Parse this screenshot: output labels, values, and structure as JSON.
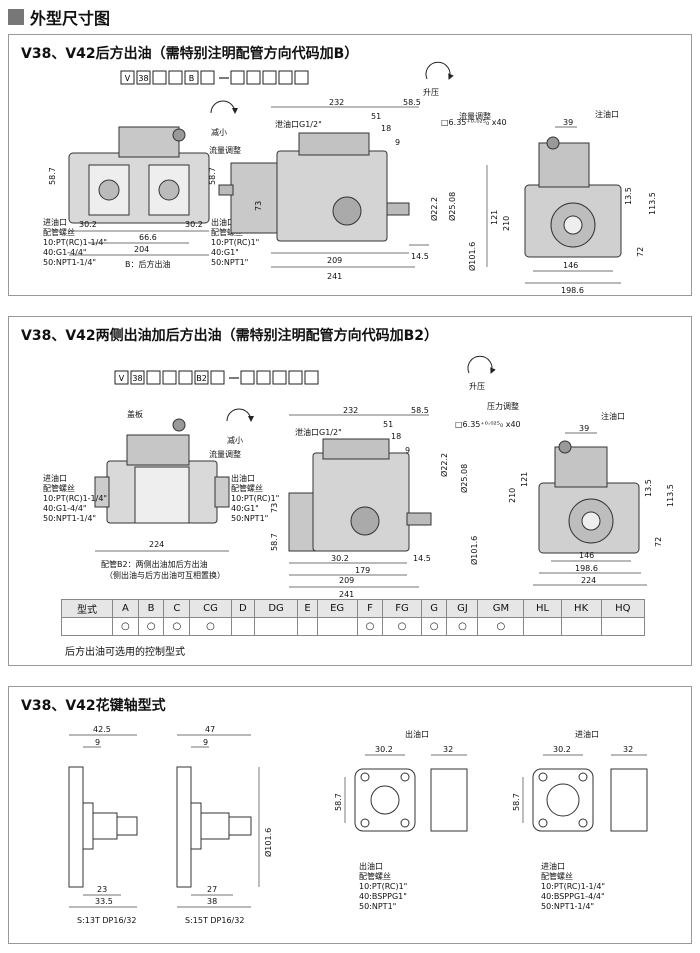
{
  "header": {
    "title": "外型尺寸图"
  },
  "section1": {
    "title": "V38、V42后方出油（需特别注明配管方向代码加B）",
    "code_boxes": [
      "V",
      "38",
      "",
      "",
      "B",
      "",
      "",
      "",
      "",
      "",
      ""
    ],
    "rise_label": "升压",
    "reduce_label": "减小",
    "flow_adjust": "流量调整",
    "flow_adjust2": "流量调整",
    "drain_label": "泄油口G1/2\"",
    "inlet_label": "进油口",
    "inlet_thread": "配管螺丝",
    "inlet_specs": [
      "10:PT(RC)1-1/4\"",
      "40:G1-4/4\"",
      "50:NPT1-1/4\""
    ],
    "rear_outlet": "B：后方出油",
    "outlet_label": "出油口",
    "outlet_thread": "配管螺丝",
    "outlet_specs": [
      "10:PT(RC)1\"",
      "40:G1\"",
      "50:NPT1\""
    ],
    "oil_inlet": "注油口",
    "shaft_spec": "□6.35⁺⁰·⁰²⁵₀ x40",
    "dims": [
      "232",
      "58.5",
      "51",
      "18",
      "9",
      "73",
      "209",
      "14.5",
      "241",
      "58.7",
      "30.2",
      "66.6",
      "204",
      "58.7",
      "30.2",
      "Ø22.2",
      "Ø25.08",
      "Ø101.6",
      "39",
      "121",
      "210",
      "13.5",
      "113.5",
      "72",
      "146",
      "198.6"
    ]
  },
  "section2": {
    "title": "V38、V42两侧出油加后方出油（需特别注明配管方向代码加B2）",
    "code_boxes": [
      "V",
      "38",
      "",
      "",
      "",
      "B2",
      "",
      "",
      "",
      "",
      "",
      ""
    ],
    "rise_label": "升压",
    "reduce_label": "减小",
    "cover_label": "盖板",
    "pressure_adjust": "压力调整",
    "flow_adjust": "流量调整",
    "drain_label": "泄油口G1/2\"",
    "oil_inlet": "注油口",
    "inlet_label": "进油口",
    "inlet_thread": "配管螺丝",
    "inlet_specs": [
      "10:PT(RC)1-1/4\"",
      "40:G1-4/4\"",
      "50:NPT1-1/4\""
    ],
    "outlet_label": "出油口",
    "outlet_thread": "配管螺丝",
    "outlet_specs": [
      "10:PT(RC)1\"",
      "40:G1\"",
      "50:NPT1\""
    ],
    "b2_note1": "配管B2：两侧出油加后方出油",
    "b2_note2": "（侧出油与后方出油可互相置换）",
    "shaft_spec": "□6.35⁺⁰·⁰²⁵₀ x40",
    "dims": [
      "232",
      "58.5",
      "51",
      "18",
      "9",
      "73",
      "58.7",
      "30.2",
      "179",
      "209",
      "14.5",
      "241",
      "224",
      "Ø22.2",
      "Ø25.08",
      "Ø101.6",
      "39",
      "121",
      "210",
      "13.5",
      "113.5",
      "72",
      "146",
      "198.6",
      "224"
    ],
    "table": {
      "header": [
        "型式",
        "A",
        "B",
        "C",
        "CG",
        "D",
        "DG",
        "E",
        "EG",
        "F",
        "FG",
        "G",
        "GJ",
        "GM",
        "HL",
        "HK",
        "HQ"
      ],
      "row": [
        "",
        "○",
        "○",
        "○",
        "○",
        "",
        "",
        "",
        "",
        "○",
        "○",
        "○",
        "○",
        "○",
        "",
        "",
        ""
      ]
    },
    "table_note": "后方出油可选用的控制型式"
  },
  "section3": {
    "title": "V38、V42花键轴型式",
    "shaft1": {
      "dims": [
        "42.5",
        "9",
        "23",
        "33.5"
      ],
      "spec": "S:13T DP16/32"
    },
    "shaft2": {
      "dims": [
        "47",
        "9",
        "27",
        "38"
      ],
      "spec": "S:15T DP16/32",
      "dia": "Ø101.6"
    },
    "outlet_flange": {
      "title": "出油口",
      "dims": [
        "30.2",
        "32",
        "58.7"
      ],
      "label": "出油口",
      "thread": "配管螺丝",
      "specs": [
        "10:PT(RC)1\"",
        "40:BSPPG1\"",
        "50:NPT1\""
      ]
    },
    "inlet_flange": {
      "title": "进油口",
      "dims": [
        "30.2",
        "32",
        "58.7"
      ],
      "label": "进油口",
      "thread": "配管螺丝",
      "specs": [
        "10:PT(RC)1-1/4\"",
        "40:BSPPG1-4/4\"",
        "50:NPT1-1/4\""
      ]
    }
  }
}
